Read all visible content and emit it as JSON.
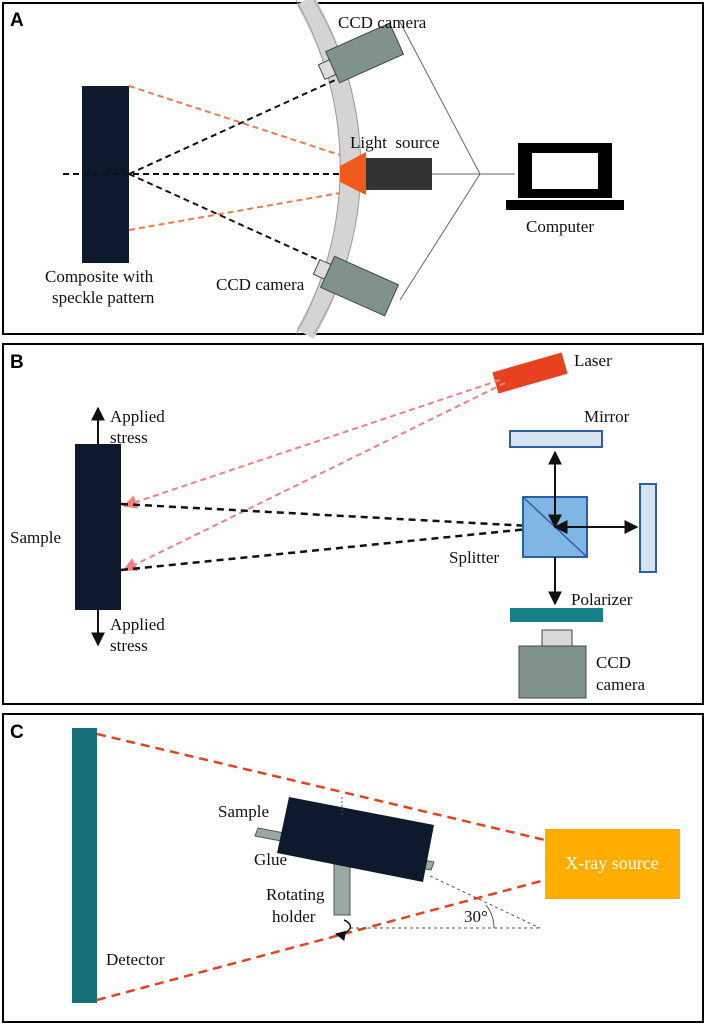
{
  "panel_a": {
    "letter": "A",
    "labels": {
      "ccd_top": "CCD camera",
      "light_source": "Light  source",
      "computer": "Computer",
      "composite_line1": "Composite with",
      "composite_line2": "speckle pattern",
      "ccd_bottom": "CCD camera"
    }
  },
  "panel_b": {
    "letter": "B",
    "labels": {
      "laser": "Laser",
      "mirror": "Mirror",
      "applied_stress_top_1": "Applied",
      "applied_stress_top_2": "stress",
      "sample": "Sample",
      "splitter": "Splitter",
      "polarizer": "Polarizer",
      "applied_stress_bottom_1": "Applied",
      "applied_stress_bottom_2": "stress",
      "ccd_1": "CCD",
      "ccd_2": "camera"
    }
  },
  "panel_c": {
    "letter": "C",
    "labels": {
      "sample": "Sample",
      "glue": "Glue",
      "rotating_1": "Rotating",
      "rotating_2": "holder",
      "angle": "30°",
      "detector": "Detector",
      "xray_source": "X-ray source"
    }
  },
  "colors": {
    "dark_navy": "#0d1a2e",
    "orange_beam": "#f07a4a",
    "laser_red": "#e8411f",
    "xray_orange": "#ffae00",
    "teal": "#17707a",
    "camera_grey": "#7f938c",
    "splitter_blue": "#7fb6e4"
  }
}
